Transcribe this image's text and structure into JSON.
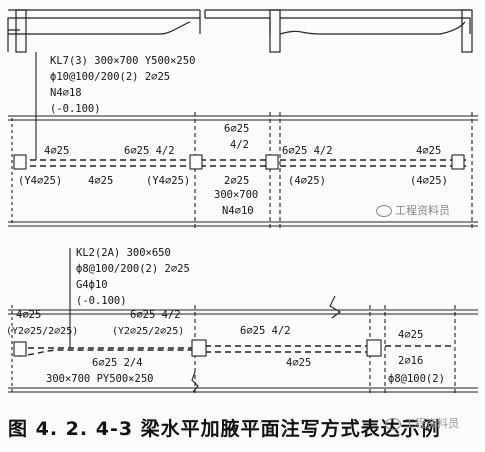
{
  "caption": "图 4. 2. 4-3  梁水平加腋平面注写方式表达示例",
  "watermark": "工程资料员",
  "top_beam": {
    "header": "KL7(3) 300×700 Y500×250",
    "stirrup": "ф10@100/200(2) 2⌀25",
    "side": "N4⌀18",
    "elevation": "(-0.100)",
    "span1_top": "4⌀25",
    "span1_bottom": "(Y4⌀25)",
    "span1_bottom2": "4⌀25",
    "mid_top": "6⌀25 4/2",
    "mid_bottom": "(Y4⌀25)",
    "center_top1": "6⌀25",
    "center_top2": "4/2",
    "center_bottom": "2⌀25",
    "center_size": "300×700",
    "center_side": "N4⌀10",
    "right_top": "6⌀25 4/2",
    "right_bottom": "(4⌀25)",
    "right2_top": "4⌀25",
    "right2_bottom": "(4⌀25)"
  },
  "bottom_beam": {
    "header": "KL2(2A) 300×650",
    "stirrup": "ф8@100/200(2) 2⌀25",
    "side": "G4ф10",
    "elevation": "(-0.100)",
    "left_top": "4⌀25",
    "left_bottom": "(Y2⌀25/2⌀25)",
    "mid_top": "6⌀25 4/2",
    "mid_bottom": "(Y2⌀25/2⌀25)",
    "haunch_bottom": "6⌀25 2/4",
    "haunch_size": "300×700 PY500×250",
    "right_top": "6⌀25 4/2",
    "right_bottom": "4⌀25",
    "far_top": "4⌀25",
    "far_mid": "2⌀16",
    "far_bottom": "ф8@100(2)"
  }
}
